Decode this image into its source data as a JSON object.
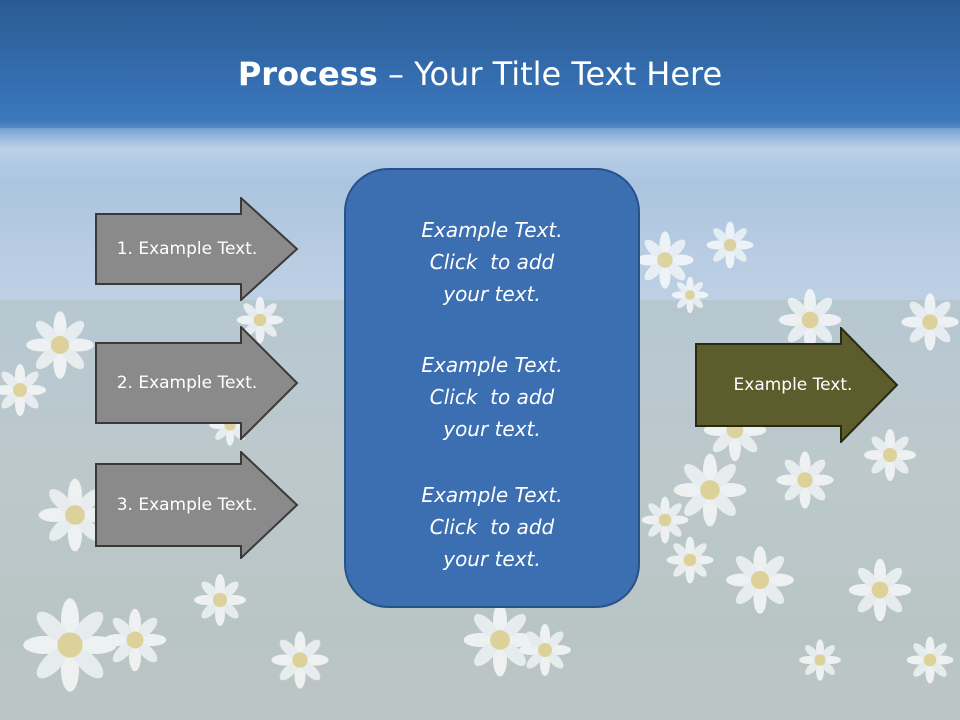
{
  "slide": {
    "title_bold": "Process",
    "title_rest": " – Your Title Text Here"
  },
  "left_arrows": [
    {
      "label": "1. Example Text."
    },
    {
      "label": "2. Example Text."
    },
    {
      "label": "3. Example Text."
    }
  ],
  "center_panel": {
    "blocks": [
      {
        "line1": "Example Text.",
        "line2": "Click  to add",
        "line3": "your text."
      },
      {
        "line1": "Example Text.",
        "line2": "Click  to add",
        "line3": "your text."
      },
      {
        "line1": "Example Text.",
        "line2": "Click  to add",
        "line3": "your text."
      }
    ]
  },
  "right_arrow": {
    "label": "Example Text."
  },
  "colors": {
    "title_band": "#3670b3",
    "left_arrow_fill": "#8a8a8a",
    "right_arrow_fill": "#5d5c2c",
    "panel_fill": "#3b6fb1",
    "panel_border": "#27528a"
  }
}
